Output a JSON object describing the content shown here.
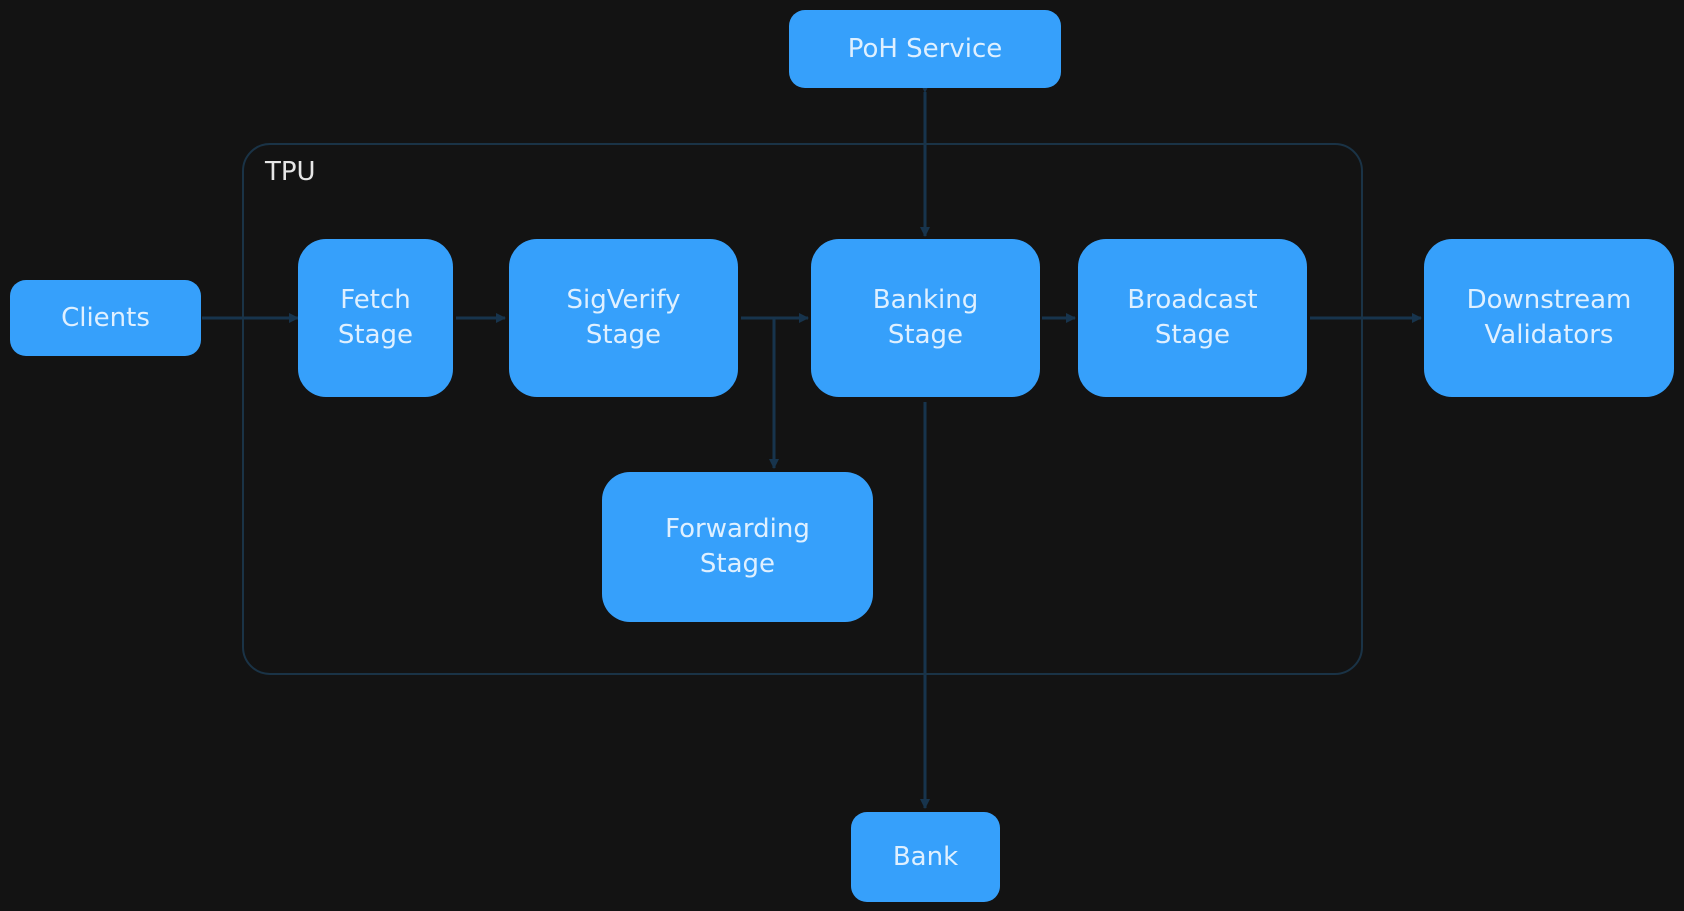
{
  "diagram": {
    "group": {
      "label": "TPU"
    },
    "nodes": {
      "poh": "PoH Service",
      "clients": "Clients",
      "fetch": "Fetch\nStage",
      "sigverify": "SigVerify\nStage",
      "banking": "Banking\nStage",
      "broadcast": "Broadcast\nStage",
      "downstream": "Downstream\nValidators",
      "forwarding": "Forwarding\nStage",
      "bank": "Bank"
    },
    "colors": {
      "background": "#131313",
      "node_fill": "#36a0fb",
      "node_text": "#dff0ff",
      "edge": "#17344d",
      "group_border": "#1a3346",
      "group_label": "#e6e6e6"
    }
  }
}
